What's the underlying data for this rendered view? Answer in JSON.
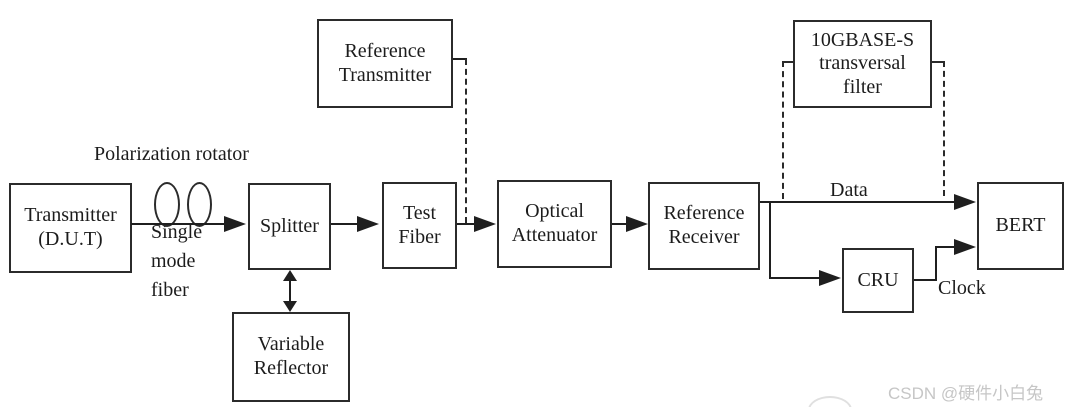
{
  "colors": {
    "line": "#1f1f1f",
    "text": "#1c1c1c",
    "watermark_gray": "#c6c6c6"
  },
  "nodes": {
    "transmitter_dut": {
      "label": "Transmitter\n(D.U.T)"
    },
    "splitter": {
      "label": "Splitter"
    },
    "variable_reflector": {
      "label": "Variable\nReflector"
    },
    "test_fiber": {
      "label": "Test\nFiber"
    },
    "reference_transmitter": {
      "label": "Reference\nTransmitter"
    },
    "optical_attenuator": {
      "label": "Optical\nAttenuator"
    },
    "reference_receiver": {
      "label": "Reference\nReceiver"
    },
    "gbase_filter": {
      "label": "10GBASE-S\ntransversal\nfilter"
    },
    "cru": {
      "label": "CRU"
    },
    "bert": {
      "label": "BERT"
    }
  },
  "labels": {
    "polarization_rotator": "Polarization rotator",
    "single_mode_fiber": "Single\nmode\nfiber",
    "data": "Data",
    "clock": "Clock"
  },
  "watermark": {
    "text": "CSDN @硬件小白兔"
  }
}
